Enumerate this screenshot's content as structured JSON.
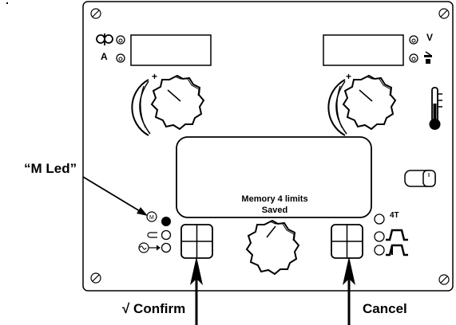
{
  "annotations": {
    "m_led": "“M Led”",
    "confirm": "√ Confirm",
    "cancel": "Cancel"
  },
  "display": {
    "line1": "Memory 4 limits",
    "line2": "Saved"
  },
  "panel": {
    "left_unit_label": "A",
    "right_unit_label": "V",
    "mode_label": "4T",
    "m_led_symbol": "M"
  },
  "icons": [
    "screw-icon",
    "wire-feed-icon",
    "amperage-led-icon",
    "voltage-led-icon",
    "thermometer-icon",
    "knob-icon",
    "button-icon",
    "pulse-icon",
    "arrow-icon"
  ]
}
